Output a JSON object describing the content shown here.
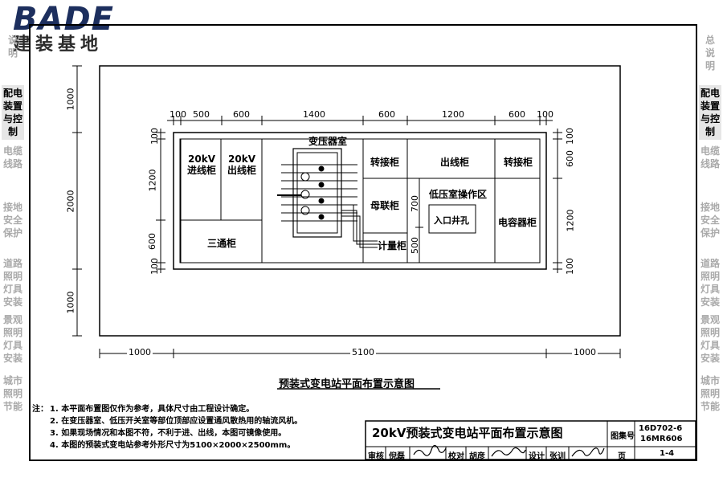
{
  "logo": {
    "word": "BADE",
    "sub": "建装基地"
  },
  "left_tabs": [
    {
      "lines": [
        "说",
        "明"
      ],
      "active": false
    },
    {
      "lines": [
        "配电",
        "装置",
        "与控",
        "制"
      ],
      "active": true
    },
    {
      "lines": [
        "电缆",
        "线路"
      ],
      "active": false
    },
    {
      "lines": [
        "接地",
        "安全",
        "保护"
      ],
      "active": false
    },
    {
      "lines": [
        "道路",
        "照明",
        "灯具",
        "安装"
      ],
      "active": false
    },
    {
      "lines": [
        "景观",
        "照明",
        "灯具",
        "安装"
      ],
      "active": false
    },
    {
      "lines": [
        "城市",
        "照明",
        "节能"
      ],
      "active": false
    }
  ],
  "right_tabs": [
    {
      "lines": [
        "总",
        "说",
        "明"
      ],
      "active": false
    },
    {
      "lines": [
        "配电",
        "装置",
        "与控",
        "制"
      ],
      "active": true
    },
    {
      "lines": [
        "电缆",
        "线路"
      ],
      "active": false
    },
    {
      "lines": [
        "接地",
        "安全",
        "保护"
      ],
      "active": false
    },
    {
      "lines": [
        "道路",
        "照明",
        "灯具",
        "安装"
      ],
      "active": false
    },
    {
      "lines": [
        "景观",
        "照明",
        "灯具",
        "安装"
      ],
      "active": false
    },
    {
      "lines": [
        "城市",
        "照明",
        "节能"
      ],
      "active": false
    }
  ],
  "drawing": {
    "top_dims": [
      "100",
      "500",
      "600",
      "1400",
      "600",
      "1200",
      "600",
      "100"
    ],
    "left_outer_dims": [
      "1000",
      "2000",
      "1000"
    ],
    "left_inner_dims": [
      "100",
      "1200",
      "600",
      "100"
    ],
    "right_dims": [
      "100",
      "600",
      "1200",
      "100"
    ],
    "bottom_dims": [
      "1000",
      "5100",
      "1000"
    ],
    "mid_dims": [
      "700",
      "500"
    ],
    "rooms": {
      "hv_in": "20kV进线柜",
      "hv_out": "20kV出线柜",
      "three_way": "三通柜",
      "transformer_room": "变压器室",
      "transfer1": "转接柜",
      "bus_tie": "母联柜",
      "metering": "计量柜",
      "outgoing": "出线柜",
      "lv_area": "低压室操作区",
      "manhole": "入口井孔",
      "transfer2": "转接柜",
      "capacitor": "电容器柜"
    },
    "caption": "预装式变电站平面布置示意图"
  },
  "notes": {
    "prefix": "注：",
    "items": [
      "1. 本平面布置图仅作为参考，具体尺寸由工程设计确定。",
      "2. 在变压器室、低压开关室等部位顶部应设置通风散热用的轴流风机。",
      "3. 如果现场情况和本图不符，不利于进、出线，本图可镜像使用。",
      "4. 本图的预装式变电站参考外形尺寸为5100×2000×2500mm。"
    ]
  },
  "title_block": {
    "title": "20kV预装式变电站平面布置示意图",
    "atlas_label": "图集号",
    "atlas_no": "16D702-6",
    "atlas_no2": "16MR606",
    "review": "审核",
    "review_name": "倪磊",
    "check": "校对",
    "check_name": "胡彦",
    "design": "设计",
    "design_name": "张训",
    "page_label": "页",
    "page_no": "1-4"
  }
}
